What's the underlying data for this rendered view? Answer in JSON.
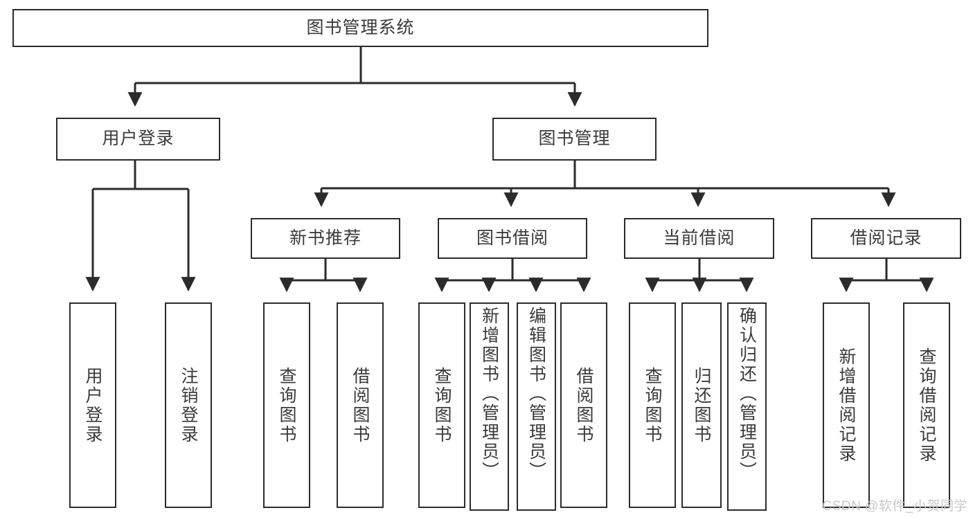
{
  "diagram": {
    "type": "tree",
    "title": "图书管理系统",
    "watermark": "CSDN @软件_小贺同学",
    "colors": {
      "box_border": "#2b2b2b",
      "box_fill": "#ffffff",
      "connector": "#2b2b2b",
      "text": "#3a3a3a",
      "watermark": "#c9c9c9",
      "background": "#ffffff"
    },
    "root": {
      "id": "root",
      "label": "图书管理系统"
    },
    "level2": [
      {
        "id": "user-login",
        "label": "用户登录"
      },
      {
        "id": "book-manage",
        "label": "图书管理"
      }
    ],
    "level3": [
      {
        "id": "new-book-recommend",
        "label": "新书推荐",
        "parent": "book-manage"
      },
      {
        "id": "book-borrow",
        "label": "图书借阅",
        "parent": "book-manage"
      },
      {
        "id": "current-borrow",
        "label": "当前借阅",
        "parent": "book-manage"
      },
      {
        "id": "borrow-record",
        "label": "借阅记录",
        "parent": "book-manage"
      }
    ],
    "leaves": [
      {
        "id": "leaf-user-login",
        "label": "用户登录",
        "parent": "user-login"
      },
      {
        "id": "leaf-logout-login",
        "label": "注销登录",
        "parent": "user-login"
      },
      {
        "id": "leaf-query-book-1",
        "label": "查询图书",
        "parent": "new-book-recommend"
      },
      {
        "id": "leaf-borrow-book-1",
        "label": "借阅图书",
        "parent": "new-book-recommend"
      },
      {
        "id": "leaf-query-book-2",
        "label": "查询图书",
        "parent": "book-borrow"
      },
      {
        "id": "leaf-add-book",
        "label": "新增图书（管理员）",
        "parent": "book-borrow"
      },
      {
        "id": "leaf-edit-book",
        "label": "编辑图书（管理员）",
        "parent": "book-borrow"
      },
      {
        "id": "leaf-borrow-book-2",
        "label": "借阅图书",
        "parent": "book-borrow"
      },
      {
        "id": "leaf-query-book-3",
        "label": "查询图书",
        "parent": "current-borrow"
      },
      {
        "id": "leaf-return-book",
        "label": "归还图书",
        "parent": "current-borrow"
      },
      {
        "id": "leaf-confirm-return",
        "label": "确认归还（管理员）",
        "parent": "current-borrow"
      },
      {
        "id": "leaf-add-record",
        "label": "新增借阅记录",
        "parent": "borrow-record"
      },
      {
        "id": "leaf-query-record",
        "label": "查询借阅记录",
        "parent": "borrow-record"
      }
    ]
  }
}
